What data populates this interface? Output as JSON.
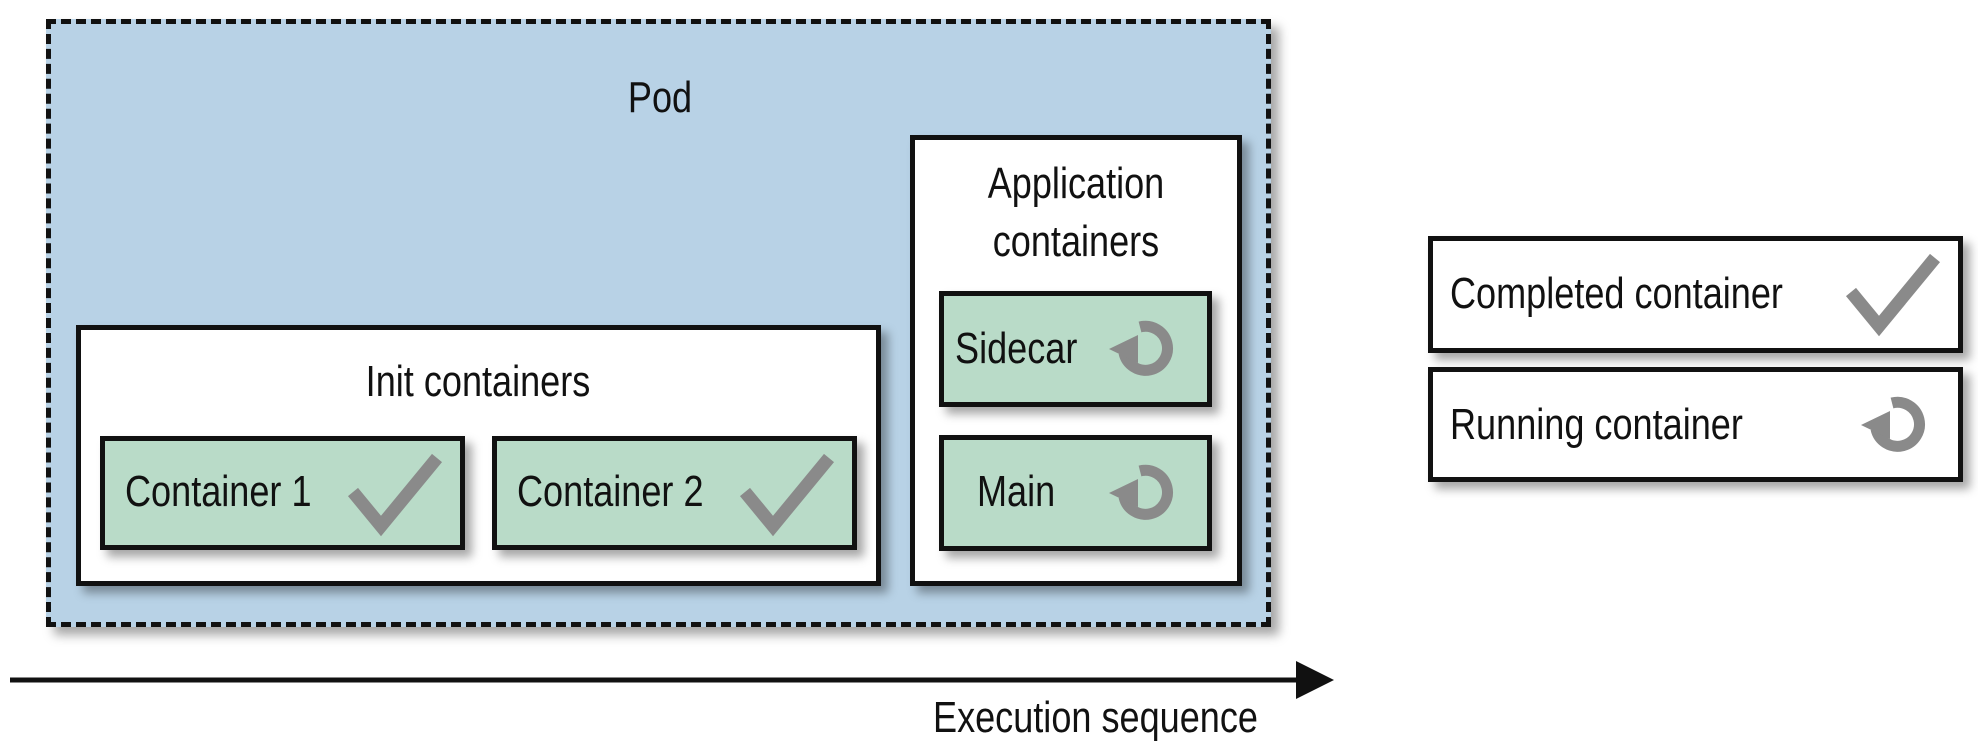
{
  "pod": {
    "title": "Pod"
  },
  "init": {
    "title": "Init containers",
    "containers": [
      {
        "label": "Container 1",
        "status_icon": "check-icon"
      },
      {
        "label": "Container 2",
        "status_icon": "check-icon"
      }
    ]
  },
  "app": {
    "title_line1": "Application",
    "title_line2": "containers",
    "containers": [
      {
        "label": "Sidecar",
        "status_icon": "running-icon"
      },
      {
        "label": "Main",
        "status_icon": "running-icon"
      }
    ]
  },
  "axis": {
    "label": "Execution sequence"
  },
  "legend": {
    "completed": {
      "label": "Completed container",
      "icon": "check-icon"
    },
    "running": {
      "label": "Running container",
      "icon": "running-icon"
    }
  },
  "colors": {
    "pod_fill": "#b8d2e6",
    "container_fill": "#b9dbc8",
    "icon_gray": "#8a8a8a",
    "outline": "#111111"
  }
}
